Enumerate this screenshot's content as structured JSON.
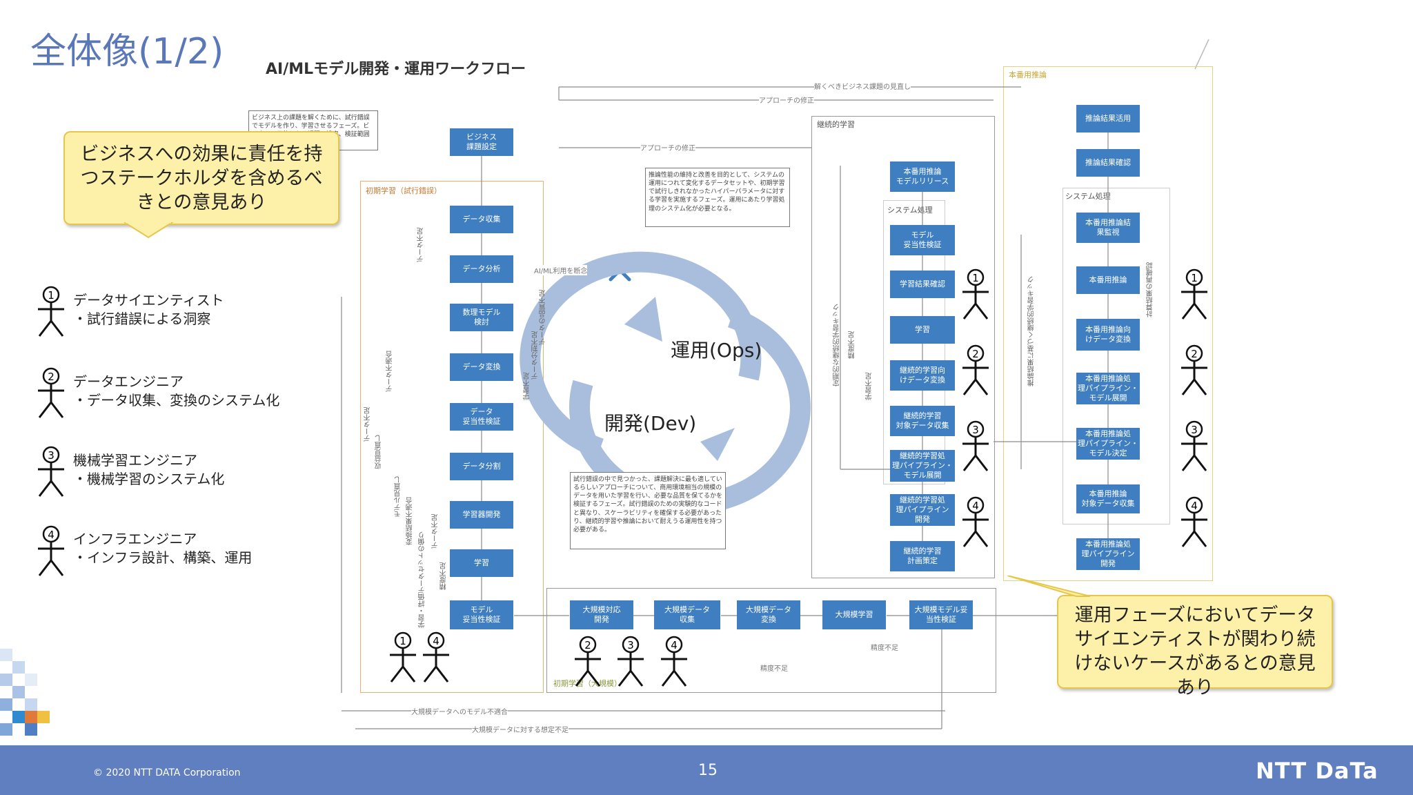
{
  "slide": {
    "title": "全体像(1/2)",
    "figure_title": "AI/MLモデル開発・運用ワークフロー",
    "page_number": "15",
    "copyright": "© 2020 NTT DATA Corporation",
    "logo": "NTT DaTa"
  },
  "callouts": {
    "left": "ビジネスへの効果に責任を持つステークホルダを含めるべきとの意見あり",
    "right": "運用フェーズにおいてデータサイエンティストが関わり続けないケースがあるとの意見あり"
  },
  "roles": [
    {
      "num": "1",
      "name": "データサイエンティスト",
      "desc": "・試行錯誤による洞察"
    },
    {
      "num": "2",
      "name": "データエンジニア",
      "desc": "・データ収集、変換のシステム化"
    },
    {
      "num": "3",
      "name": "機械学習エンジニア",
      "desc": "・機械学習のシステム化"
    },
    {
      "num": "4",
      "name": "インフラエンジニア",
      "desc": "・インフラ設計、構築、運用"
    }
  ],
  "cycle": {
    "ops": "運用(Ops)",
    "dev": "開発(Dev)"
  },
  "regions": {
    "initial": "初期学習（試行錯誤）",
    "continuous": "継続的学習",
    "inference": "本番用推論",
    "system_cont": "システム処理",
    "system_inf": "システム処理",
    "large": "初期学習（大規模）"
  },
  "boxes": {
    "biz": "ビジネス\n課題設定",
    "init": [
      "データ収集",
      "データ分析",
      "数理モデル\n検討",
      "データ変換",
      "データ\n妥当性検証",
      "データ分割",
      "学習器開発",
      "学習",
      "モデル\n妥当性検証"
    ],
    "large": [
      "大規模対応\n開発",
      "大規模データ\n収集",
      "大規模データ\n変換",
      "大規模学習",
      "大規模モデル妥\n当性検証"
    ],
    "cont": [
      "本番用推論\nモデルリリース",
      "モデル\n妥当性検証",
      "学習結果確認",
      "学習",
      "継続的学習向\nけデータ変換",
      "継続的学習\n対象データ収集",
      "継続的学習処\n理パイプライン・\nモデル展開",
      "継続的学習処\n理パイプライン\n開発",
      "継続的学習\n計画策定"
    ],
    "inf": [
      "推論結果活用",
      "推論結果確認",
      "本番用推論結\n果監視",
      "本番用推論",
      "本番用推論向\nけデータ変換",
      "本番用推論処\n理パイプライン・\nモデル展開",
      "本番用推論処\n理パイプライン・\nモデル決定",
      "本番用推論\n対象データ収集",
      "本番用推論処\n理パイプライン\n開発"
    ]
  },
  "notes": {
    "biz_note": "ビジネス上の課題を解くために、試行錯誤でモデルを作り、学習させるフェーズ。ビジネスの目的となる課題の設定、検証範囲に基づき試行錯誤",
    "cont_note": "推論性能の維持と改善を目的として、システムの運用につれて変化するデータセットや、初期学習で試行しきれなかったハイパーパラメータに対する学習を実施するフェーズ。運用にあたり学習処理のシステム化が必要となる。",
    "large_note": "試行錯誤の中で見つかった、課題解決に最も適しているらしいアプローチについて、商用環境相当の規模のデータを用いた学習を行い、必要な品質を保てるかを検証するフェーズ。試行錯誤のための実験的なコードと異なり、スケーラビリティを確保する必要があったり、継続的学習や推論において耐えうる運用性を持つ必要がある。"
  },
  "flow_labels": {
    "top1": "解くべきビジネス課題の見直し",
    "top2": "アプローチの修正",
    "top3": "アプローチの修正",
    "ai_ml": "AI/ML利用を断念",
    "bottom1": "大規模データへのモデル不適合",
    "bottom2": "大規模データに対する想定不足",
    "precision1": "精度不足",
    "precision2": "精度不足"
  },
  "vertical_labels": [
    "データ不足",
    "データ不足",
    "データ不適合",
    "モデル見直し",
    "収益見直し",
    "変換結果不適合",
    "学習・評価データセットの偏り",
    "データ不足",
    "精度不足",
    "学習不足",
    "データ分割不足",
    "データの品質不足",
    "学習不足",
    "定期的な継続的学習キック",
    "精度不足",
    "推論結果に基づく継続的学習キック",
    "計算結果の再確認"
  ],
  "colors": {
    "accent": "#5a78b8",
    "box": "#3f7fc1",
    "footer": "#5f7fc0",
    "callout_fill": "#fdf0a8",
    "callout_border": "#e6c64a"
  }
}
